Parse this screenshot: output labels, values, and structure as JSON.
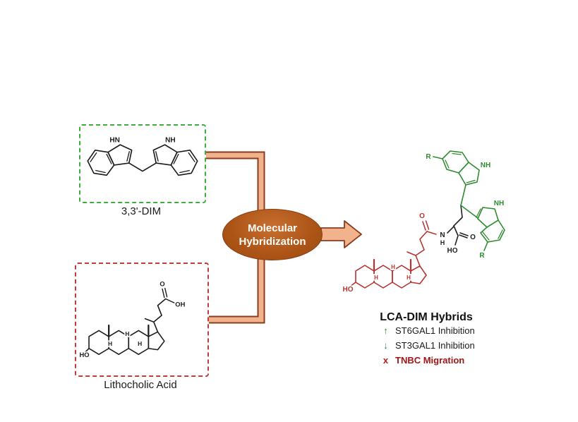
{
  "figure": {
    "dim": {
      "caption": "3,3'-DIM",
      "label_hn": "HN",
      "label_nh": "NH"
    },
    "lca": {
      "caption": "Lithocholic Acid",
      "label_ho": "HO",
      "label_o": "O",
      "label_oh": "OH",
      "label_h": "H"
    },
    "process": {
      "line1": "Molecular",
      "line2": "Hybridization"
    },
    "hybrid": {
      "title": "LCA-DIM Hybrids",
      "label_ho": "HO",
      "label_o": "O",
      "label_n": "N",
      "label_h": "H",
      "label_acid_o": "O",
      "label_acid_oh": "HO",
      "label_nh": "NH",
      "label_r": "R"
    },
    "outcomes": [
      {
        "symbol": "↑",
        "text": "ST6GAL1 Inhibition"
      },
      {
        "symbol": "↓",
        "text": "ST3GAL1 Inhibition"
      },
      {
        "symbol": "x",
        "text": "TNBC Migration"
      }
    ],
    "colors": {
      "dim_box_border": "#3fae3f",
      "lca_box_border": "#c43b3b",
      "ellipse_fill": "#b2561c",
      "connector_fill": "#f2b38c",
      "connector_outline": "#8a3c1e",
      "hybrid_red": "#b83232",
      "hybrid_green": "#2f8b2f",
      "up_arrow": "#2e8b2e",
      "down_arrow": "#1f7a6e",
      "x_mark": "#c01818"
    }
  }
}
